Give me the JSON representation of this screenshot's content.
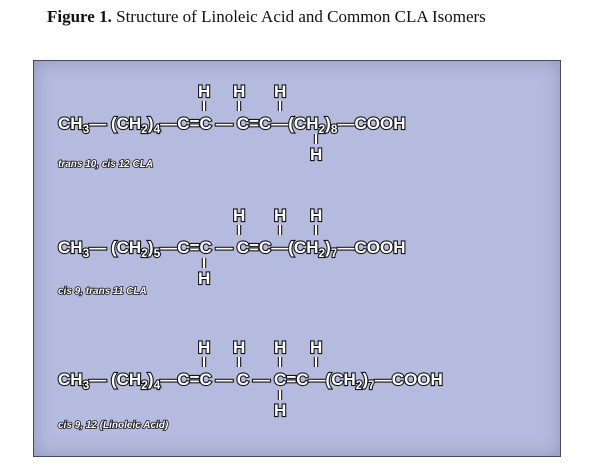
{
  "caption": {
    "label": "Figure 1.",
    "text": "Structure of Linoleic Acid and Common CLA Isomers"
  },
  "isomers": [
    {
      "name": "trans 10, cis 12 CLA",
      "chain_left": [
        "CH",
        "3",
        "— (CH",
        "2",
        ")",
        "4",
        "—"
      ],
      "chain_mid": [
        "C",
        "=",
        "C",
        "—",
        "C",
        "=",
        "C"
      ],
      "chain_right": [
        "—(CH",
        "2",
        ")",
        "8",
        "—COOH"
      ],
      "h_above": [
        "H",
        "H",
        "H"
      ],
      "h_below": [
        "H"
      ]
    },
    {
      "name": "cis 9, trans 11 CLA",
      "chain_left": [
        "CH",
        "3",
        "— (CH",
        "2",
        ")",
        "5",
        "—"
      ],
      "chain_mid": [
        "C",
        "=",
        "C",
        "—",
        "C",
        "=",
        "C"
      ],
      "chain_right": [
        "—(CH",
        "2",
        ")",
        "7",
        "—COOH"
      ],
      "h_above": [
        "H",
        "H",
        "H"
      ],
      "h_below": [
        "H"
      ]
    },
    {
      "name": "cis 9, 12 (Linoleic Acid)",
      "chain_left": [
        "CH",
        "3",
        "— (CH",
        "2",
        ")",
        "4",
        "—"
      ],
      "chain_mid": [
        "C",
        "=",
        "C",
        "—",
        "C",
        "—",
        "C",
        "=",
        "C"
      ],
      "chain_right": [
        "—(CH",
        "2",
        ")",
        "7",
        "—COOH"
      ],
      "h_above": [
        "H",
        "H",
        "H",
        "H"
      ],
      "h_below": [
        "H"
      ]
    }
  ],
  "colors": {
    "panel_background": "#b5bbdf",
    "text_fill": "#ffffff",
    "text_outline": "#141414"
  }
}
